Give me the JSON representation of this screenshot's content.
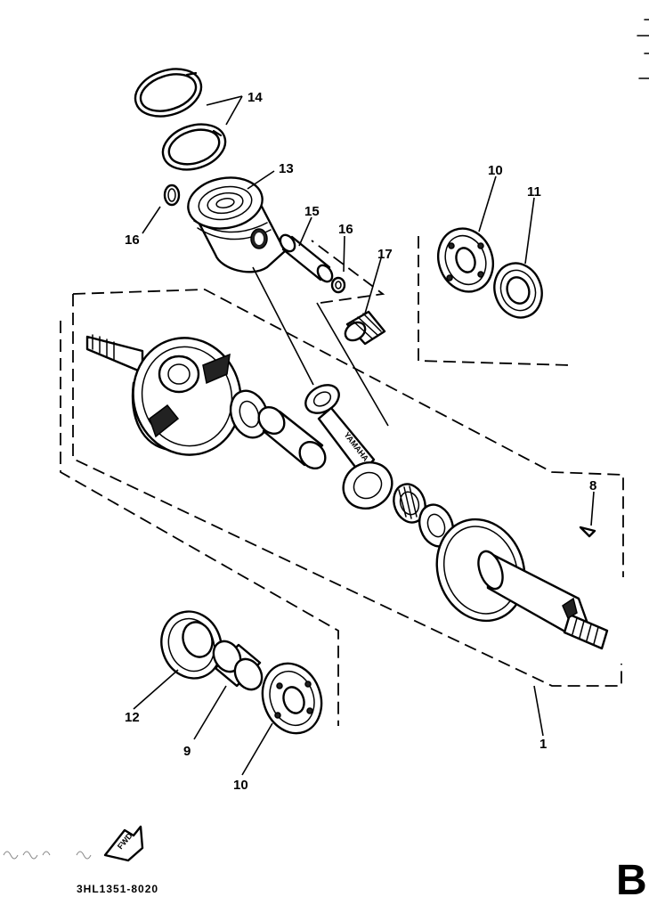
{
  "diagram": {
    "callouts": {
      "c1": "1",
      "c8": "8",
      "c9": "9",
      "c10a": "10",
      "c10b": "10",
      "c11": "11",
      "c12": "12",
      "c13": "13",
      "c14": "14",
      "c15": "15",
      "c16a": "16",
      "c16b": "16",
      "c17": "17"
    },
    "rod_marking": "YAMAHA",
    "direction_marker": "FWD",
    "drawing_code": "3HL1351-8020",
    "page_letter": "B",
    "icons": [
      "fwd-arrow-icon"
    ]
  }
}
